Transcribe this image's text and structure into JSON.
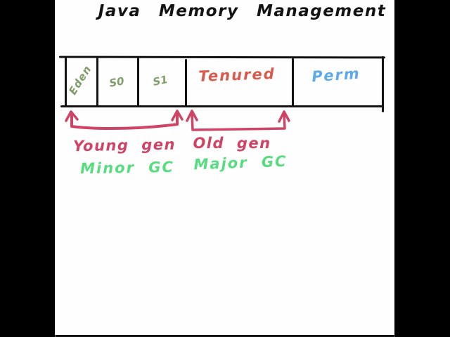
{
  "title": "Java Memory Management",
  "diagram": {
    "memory_box": {
      "sections": [
        {
          "label": "Eden",
          "text_color": "#7f9e68"
        },
        {
          "label": "S0",
          "text_color": "#7f9e68"
        },
        {
          "label": "S1",
          "text_color": "#7f9e68"
        },
        {
          "label": "Tenured",
          "text_color": "#d95a4d"
        },
        {
          "label": "Perm",
          "text_color": "#5fa9e8"
        }
      ]
    },
    "generations": [
      {
        "name": "Young gen",
        "gc": "Minor GC",
        "covers": "Eden, S0, S1"
      },
      {
        "name": "Old gen",
        "gc": "Major GC",
        "covers": "Tenured"
      }
    ],
    "colors": {
      "ink": "#131313",
      "bracket_and_gen_labels": "#cf4365",
      "gc_labels": "#57dc80",
      "background": "#fefefe",
      "letterbox": "#000000"
    }
  }
}
